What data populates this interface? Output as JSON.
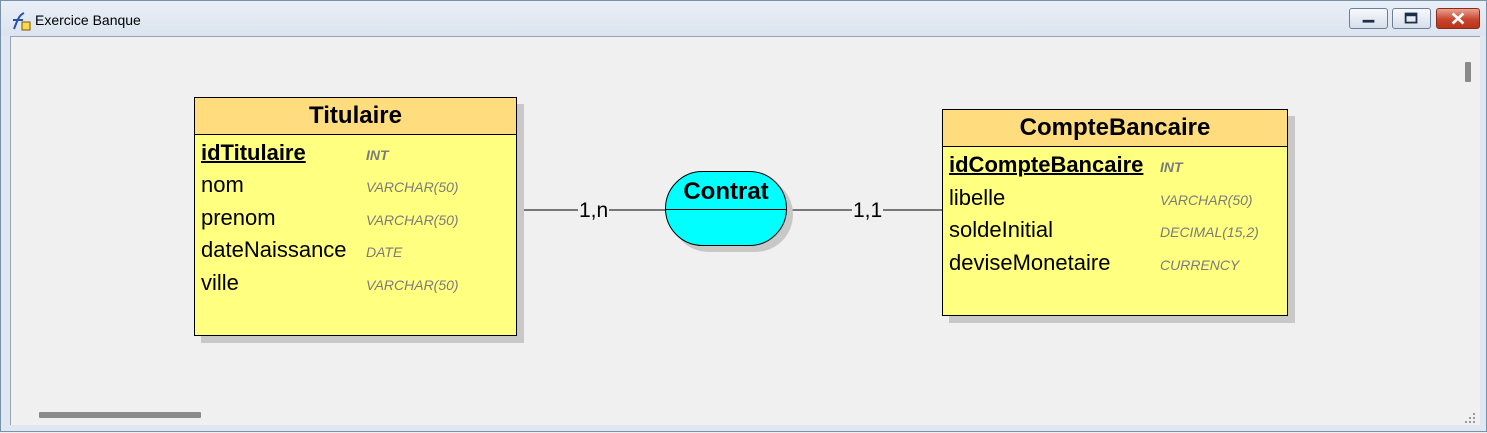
{
  "window": {
    "title": "Exercice Banque"
  },
  "entities": [
    {
      "name": "Titulaire",
      "attributes": [
        {
          "name": "idTitulaire",
          "type": "INT",
          "primary_key": true
        },
        {
          "name": "nom",
          "type": "VARCHAR(50)",
          "primary_key": false
        },
        {
          "name": "prenom",
          "type": "VARCHAR(50)",
          "primary_key": false
        },
        {
          "name": "dateNaissance",
          "type": "DATE",
          "primary_key": false
        },
        {
          "name": "ville",
          "type": "VARCHAR(50)",
          "primary_key": false
        }
      ]
    },
    {
      "name": "CompteBancaire",
      "attributes": [
        {
          "name": "idCompteBancaire",
          "type": "INT",
          "primary_key": true
        },
        {
          "name": "libelle",
          "type": "VARCHAR(50)",
          "primary_key": false
        },
        {
          "name": "soldeInitial",
          "type": "DECIMAL(15,2)",
          "primary_key": false
        },
        {
          "name": "deviseMonetaire",
          "type": "CURRENCY",
          "primary_key": false
        }
      ]
    }
  ],
  "association": {
    "name": "Contrat",
    "left_cardinality": "1,n",
    "right_cardinality": "1,1"
  },
  "colors": {
    "entity_header": "#ffdd7f",
    "entity_body": "#ffff80",
    "association_fill": "#00ffff"
  }
}
